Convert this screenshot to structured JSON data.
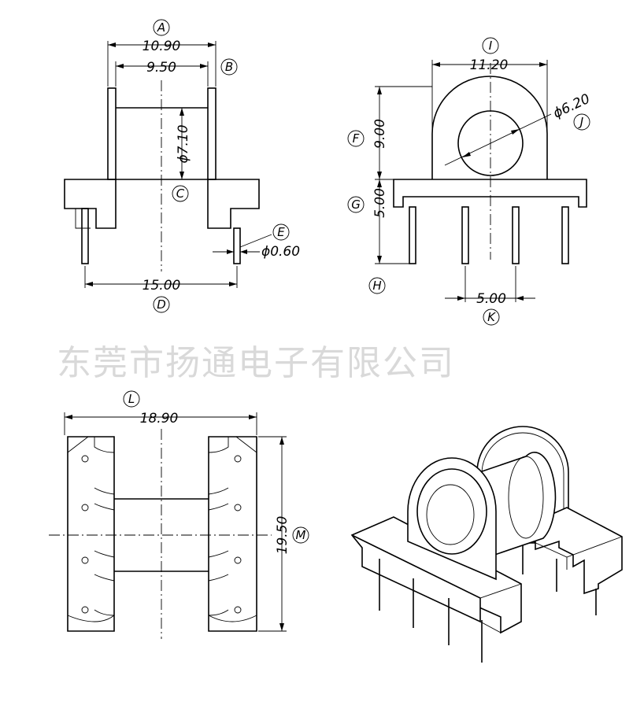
{
  "watermark": "东莞市扬通电子有限公司",
  "front_view": {
    "dim_A": "10.90",
    "dim_B": "9.50",
    "dim_C": "ϕ7.10",
    "dim_D": "15.00",
    "dim_E": "ϕ0.60",
    "label_A": "A",
    "label_B": "B",
    "label_C": "C",
    "label_D": "D",
    "label_E": "E"
  },
  "side_view": {
    "dim_I": "11.20",
    "dim_J": "ϕ6.20",
    "dim_F": "9.00",
    "dim_G": "5.00",
    "dim_K": "5.00",
    "label_I": "I",
    "label_J": "J",
    "label_F": "F",
    "label_G": "G",
    "label_H": "H",
    "label_K": "K"
  },
  "top_view": {
    "dim_L": "18.90",
    "dim_M": "19.50",
    "label_L": "L",
    "label_M": "M"
  }
}
